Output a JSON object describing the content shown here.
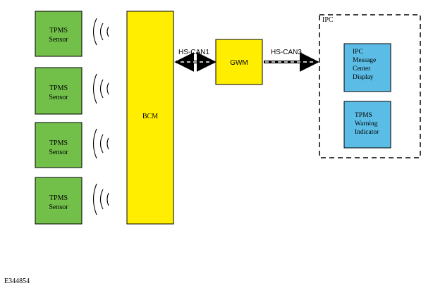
{
  "colors": {
    "sensor_fill": "#72bf4a",
    "bcm_fill": "#ffee00",
    "gwm_fill": "#ffee00",
    "ipc_box_fill": "#5bbde6",
    "stroke": "#000000",
    "background": "#ffffff"
  },
  "icons": {
    "wave": "radio-waves-icon",
    "bus_arrow": "double-headed-dashed-arrow"
  },
  "sensors": [
    {
      "label_line1": "TPMS",
      "label_line2": "Sensor"
    },
    {
      "label_line1": "TPMS",
      "label_line2": "Sensor"
    },
    {
      "label_line1": "TPMS",
      "label_line2": "Sensor"
    },
    {
      "label_line1": "TPMS",
      "label_line2": "Sensor"
    }
  ],
  "bcm": {
    "label": "BCM"
  },
  "gwm": {
    "label": "GWM"
  },
  "buses": {
    "left": "HS-CAN1",
    "right": "HS-CAN3"
  },
  "ipc": {
    "label": "IPC",
    "message_center": {
      "line1": "IPC",
      "line2": "Message",
      "line3": "Center",
      "line4": "Display"
    },
    "warning_indicator": {
      "line1": "TPMS",
      "line2": "Warning",
      "line3": "Indicator"
    }
  },
  "figure_id": "E344854"
}
